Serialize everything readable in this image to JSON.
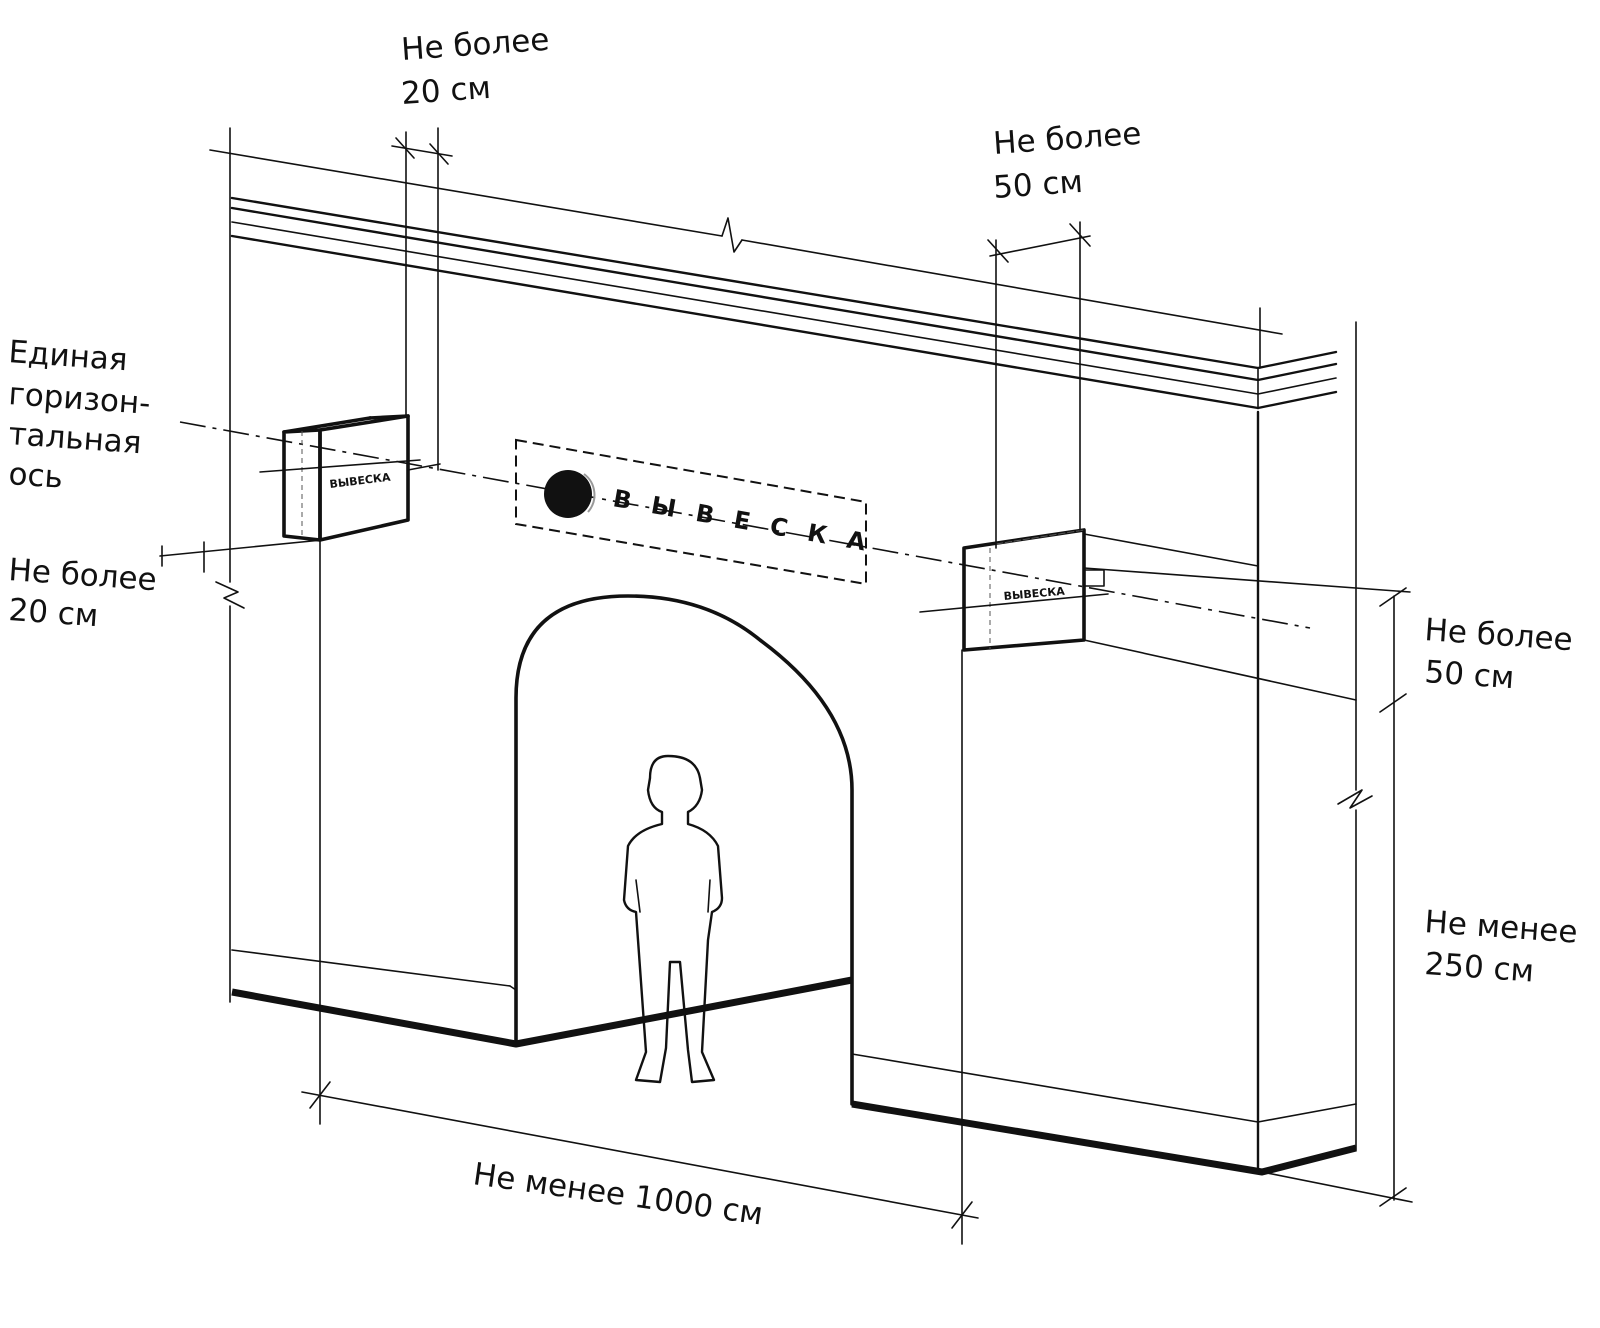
{
  "labels": {
    "top_left_line1": "Не более",
    "top_left_line2": "20 см",
    "top_right_line1": "Не более",
    "top_right_line2": "50 см",
    "axis_line1": "Единая",
    "axis_line2": "горизон-",
    "axis_line3": "тальная",
    "axis_line4": "ось",
    "left_line1": "Не более",
    "left_line2": "20 см",
    "right_mid_line1": "Не более",
    "right_mid_line2": "50 см",
    "right_bottom_line1": "Не менее",
    "right_bottom_line2": "250 см",
    "bottom": "Не менее 1000 см"
  },
  "signs": {
    "main_sign_letters": "В Ы В Е С К А",
    "left_box_text": "ВЫВЕСКА",
    "right_box_text": "ВЫВЕСКА"
  }
}
